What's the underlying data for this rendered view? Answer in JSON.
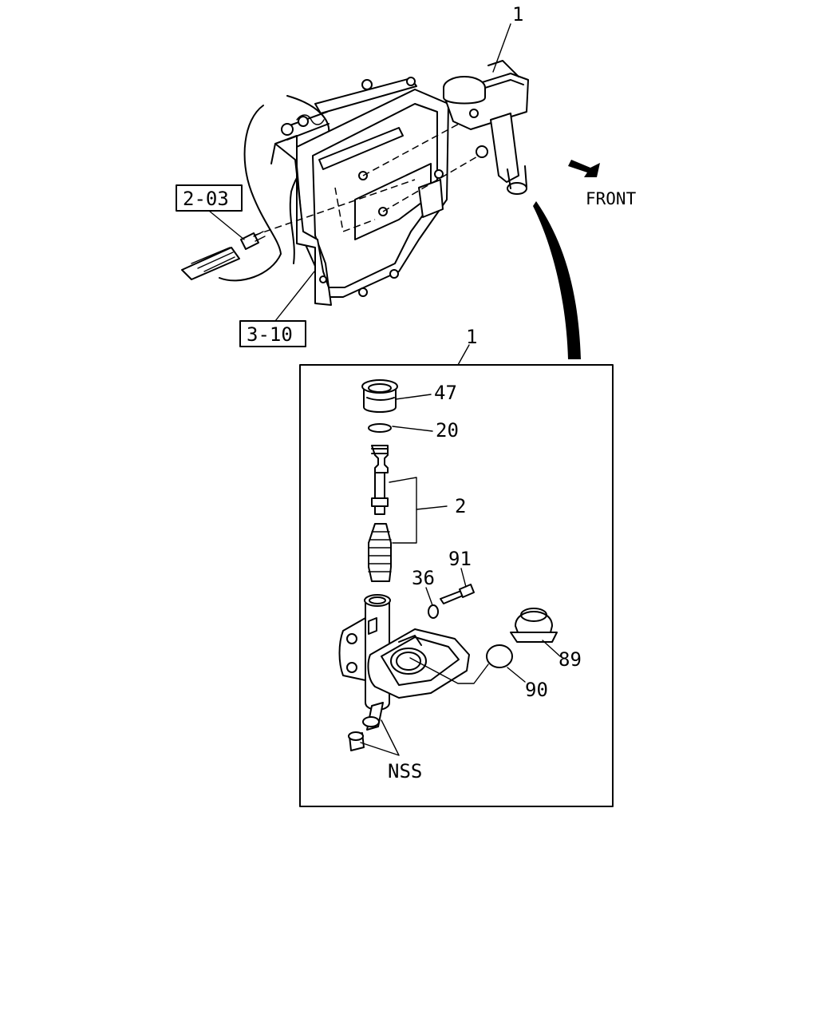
{
  "labels": {
    "top_item": "1",
    "front": "FRONT",
    "ref_a": "2-03",
    "ref_b": "3-10",
    "inset_item": "1",
    "p47": "47",
    "p20": "20",
    "p2": "2",
    "p91": "91",
    "p36": "36",
    "p89": "89",
    "p90": "90",
    "nss": "NSS"
  },
  "icons": {
    "front_arrow": "arrow-right-icon"
  },
  "colors": {
    "ink": "#000000",
    "paper": "#ffffff"
  }
}
